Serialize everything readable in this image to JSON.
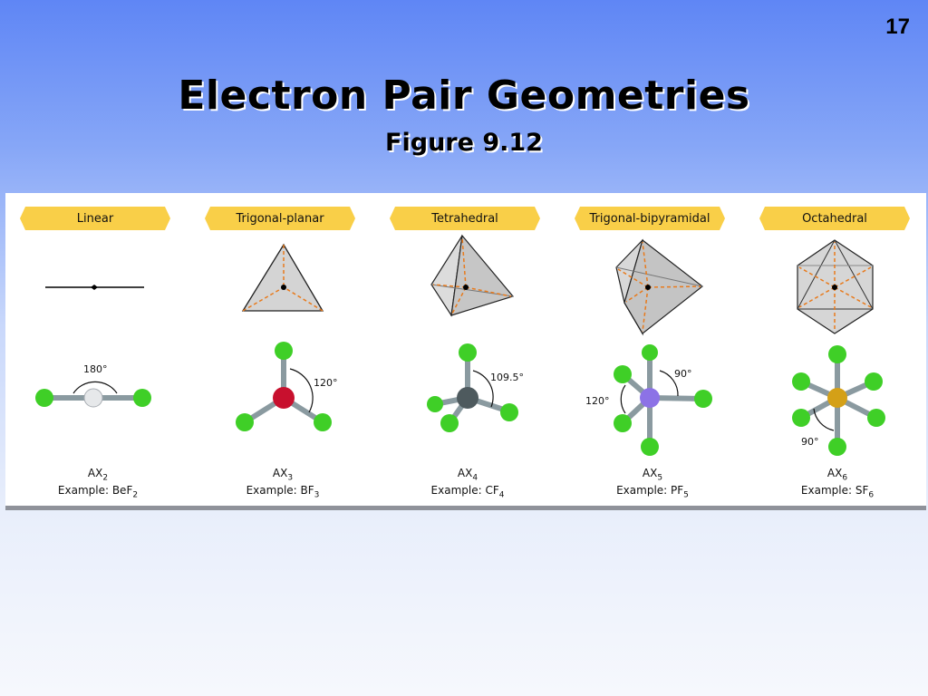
{
  "slide": {
    "number": "17",
    "title": "Electron Pair Geometries",
    "subtitle": "Figure 9.12"
  },
  "geometries": [
    {
      "label": "Linear",
      "formula_base": "AX",
      "formula_sub": "2",
      "example_prefix": "Example: BeF",
      "example_sub": "2",
      "angle_labels": [
        "180°"
      ],
      "central_atom_color": "#e6e8ea"
    },
    {
      "label": "Trigonal-planar",
      "formula_base": "AX",
      "formula_sub": "3",
      "example_prefix": "Example: BF",
      "example_sub": "3",
      "angle_labels": [
        "120°"
      ],
      "central_atom_color": "#c8102e"
    },
    {
      "label": "Tetrahedral",
      "formula_base": "AX",
      "formula_sub": "4",
      "example_prefix": "Example: CF",
      "example_sub": "4",
      "angle_labels": [
        "109.5°"
      ],
      "central_atom_color": "#4e5a5e"
    },
    {
      "label": "Trigonal-bipyramidal",
      "formula_base": "AX",
      "formula_sub": "5",
      "example_prefix": "Example: PF",
      "example_sub": "5",
      "angle_labels": [
        "90°",
        "120°"
      ],
      "central_atom_color": "#8c72e6"
    },
    {
      "label": "Octahedral",
      "formula_base": "AX",
      "formula_sub": "6",
      "example_prefix": "Example: SF",
      "example_sub": "6",
      "angle_labels": [
        "90°"
      ],
      "central_atom_color": "#d4a017"
    }
  ],
  "colors": {
    "ligand_atom": "#3fcf27",
    "bond": "#8a9aa0",
    "label_pill": "#f9cf48",
    "dashed_axis": "#e87a1c"
  }
}
